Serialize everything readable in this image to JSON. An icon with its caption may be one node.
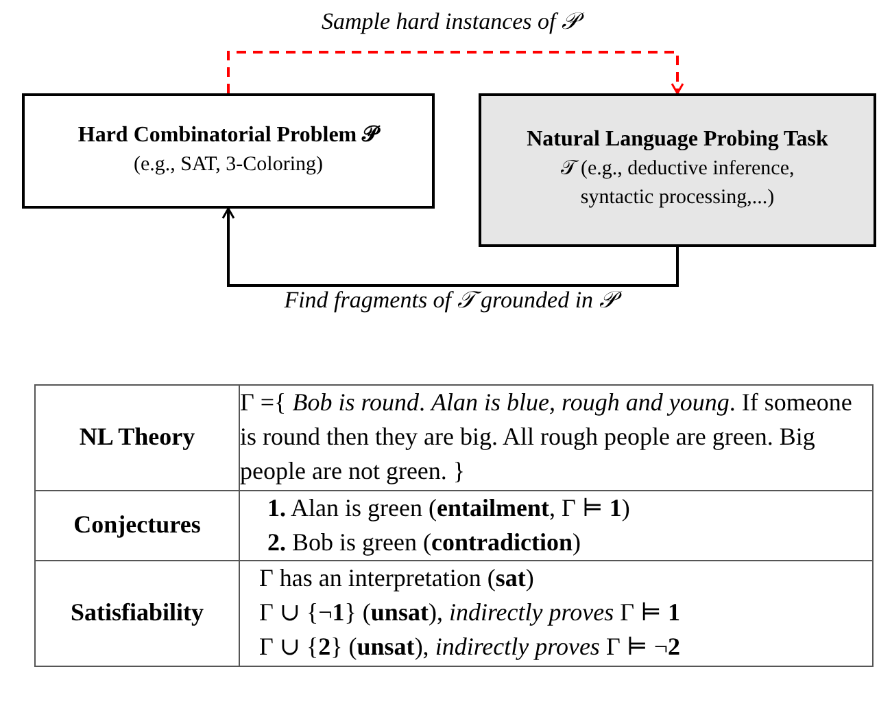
{
  "diagram": {
    "nodes": [
      {
        "text": [
          "Hard Combinatorial Problem 𝒫",
          "(e.g., SAT, 3-Coloring)"
        ]
      },
      {
        "text": [
          "Natural Language Probing Task",
          "𝒯 (e.g., deductive inference, syntactic processing,...)"
        ]
      }
    ],
    "edges": [
      {
        "from": 0,
        "to": 1,
        "arrow": "to",
        "label": "Sample hard instances of 𝒫",
        "style": "dashed",
        "color": "#ff0000"
      },
      {
        "from": 1,
        "to": 0,
        "arrow": "to",
        "label": "Find fragments of 𝒯 grounded in 𝒫",
        "color": "#000000"
      }
    ],
    "labels": [
      "NL Theory",
      "Γ ={ *Bob is round*. *Alan is blue, rough and young*. If someone is round then they are big. All rough people are green. Big people are not green. }",
      "Conjectures",
      "**1.** Alan is green (**entailment**, Γ ⊨ **1**)",
      "**2.** Bob is green (**contradiction**)",
      "Satisfiability",
      "Γ has an interpretation (**sat**)",
      "Γ ∪ {¬**1**} (**unsat**), *indirectly proves* Γ ⊨ **1**",
      "Γ ∪ {**2**} (**unsat**), *indirectly proves* Γ ⊨ ¬**2**"
    ]
  }
}
